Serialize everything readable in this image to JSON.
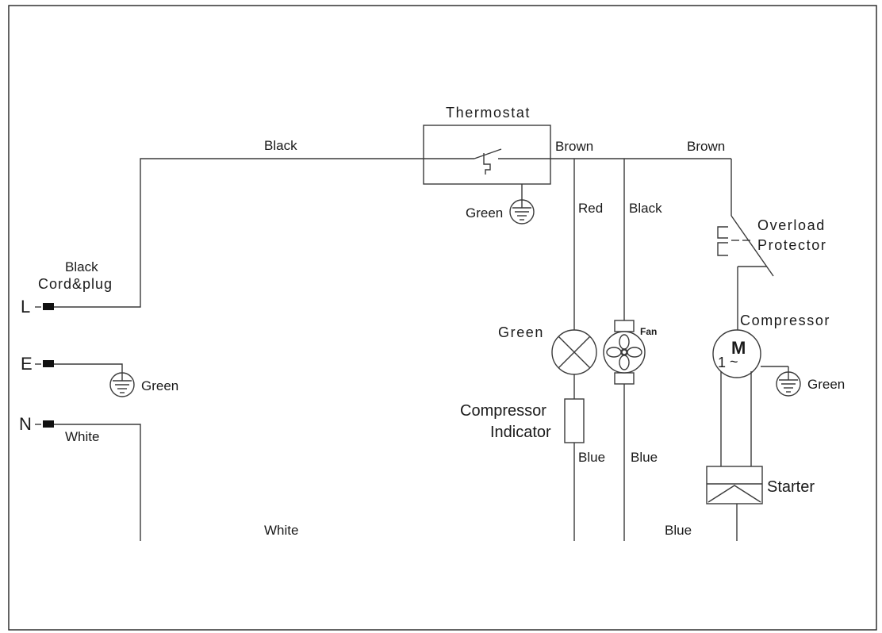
{
  "components": {
    "thermostat": "Thermostat",
    "overload": [
      "Overload",
      "Protector"
    ],
    "compressor": "Compressor",
    "motor": {
      "symbol": "M",
      "phase": "1",
      "ac": "~"
    },
    "fan": "Fan",
    "lamp": "Green",
    "indicator": [
      "Compressor",
      "Indicator"
    ],
    "starter": "Starter",
    "cord": [
      "Black",
      "Cord&plug"
    ]
  },
  "terminals": {
    "live": "L",
    "earth": "E",
    "neutral": "N"
  },
  "wires": {
    "top_black": "Black",
    "brown_1": "Brown",
    "brown_2": "Brown",
    "red": "Red",
    "fan_black": "Black",
    "blue_1": "Blue",
    "blue_2": "Blue",
    "blue_bottom": "Blue",
    "white_1": "White",
    "white_2": "White"
  },
  "grounds": {
    "thermostat": "Green",
    "earth": "Green",
    "compressor": "Green"
  }
}
